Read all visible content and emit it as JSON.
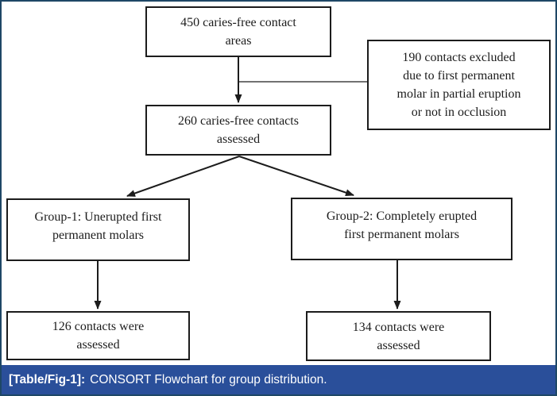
{
  "caption": {
    "label": "[Table/Fig-1]:",
    "text": "CONSORT Flowchart for group distribution.",
    "bg_color": "#2a4f9a",
    "text_color": "#ffffff"
  },
  "frame": {
    "border_color": "#1e4766",
    "background_color": "#ffffff"
  },
  "flowchart": {
    "line_color": "#1c1c1c",
    "nodes": {
      "total": {
        "lines": [
          "450 caries-free contact",
          "areas"
        ]
      },
      "excluded": {
        "lines": [
          "190 contacts excluded",
          "due to first permanent",
          "molar in partial eruption",
          "or not in occlusion"
        ]
      },
      "assessed": {
        "lines": [
          "260 caries-free contacts",
          "assessed"
        ]
      },
      "group1": {
        "lines": [
          "Group-1: Unerupted first",
          "permanent molars"
        ]
      },
      "group2": {
        "lines": [
          "Group-2: Completely erupted",
          "first permanent molars"
        ]
      },
      "outcome1": {
        "lines": [
          "126 contacts were",
          "assessed"
        ]
      },
      "outcome2": {
        "lines": [
          "134 contacts were",
          "assessed"
        ]
      }
    }
  }
}
